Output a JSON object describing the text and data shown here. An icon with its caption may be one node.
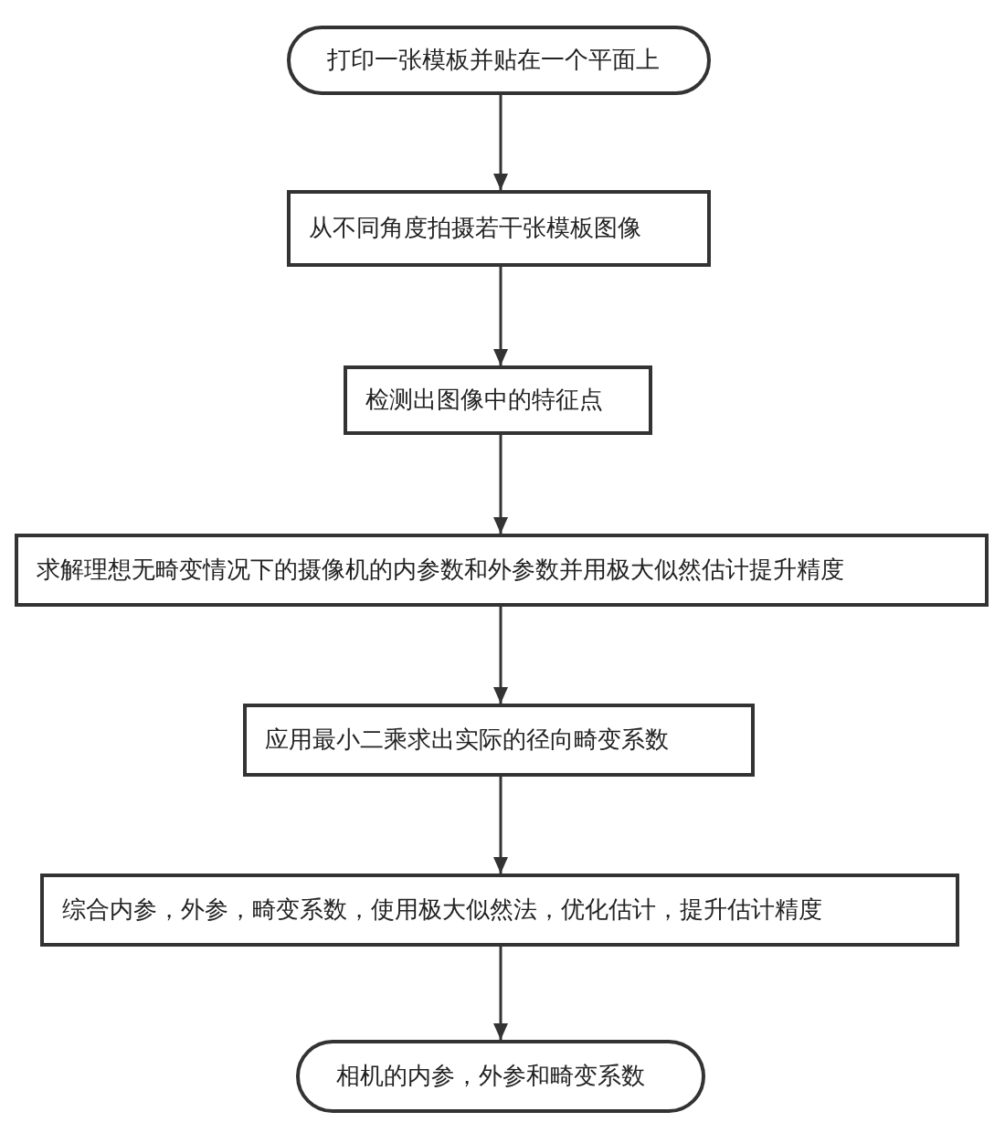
{
  "diagram": {
    "nodes": [
      {
        "text": [
          "打印一张模板并贴在一个平面上"
        ]
      },
      {
        "text": [
          "从不同角度拍摄若干张模板图像"
        ]
      },
      {
        "text": [
          "检测出图像中的特征点"
        ]
      },
      {
        "text": [
          "求解理想无畸变情况下的摄像机的内参数和外参数并用极大似然估计提升精度"
        ]
      },
      {
        "text": [
          "应用最小二乘求出实际的径向畸变系数"
        ]
      },
      {
        "text": [
          "综合内参，外参，畸变系数，使用极大似然法，优化估计，提升估计精度"
        ]
      },
      {
        "text": [
          "相机的内参，外参和畸变系数"
        ]
      }
    ],
    "edges": [
      {
        "from": 0,
        "to": 1,
        "arrow": "to"
      },
      {
        "from": 1,
        "to": 2,
        "arrow": "to"
      },
      {
        "from": 2,
        "to": 3,
        "arrow": "to"
      },
      {
        "from": 3,
        "to": 4,
        "arrow": "to"
      },
      {
        "from": 4,
        "to": 5,
        "arrow": "to"
      },
      {
        "from": 5,
        "to": 6,
        "arrow": "to"
      }
    ]
  }
}
